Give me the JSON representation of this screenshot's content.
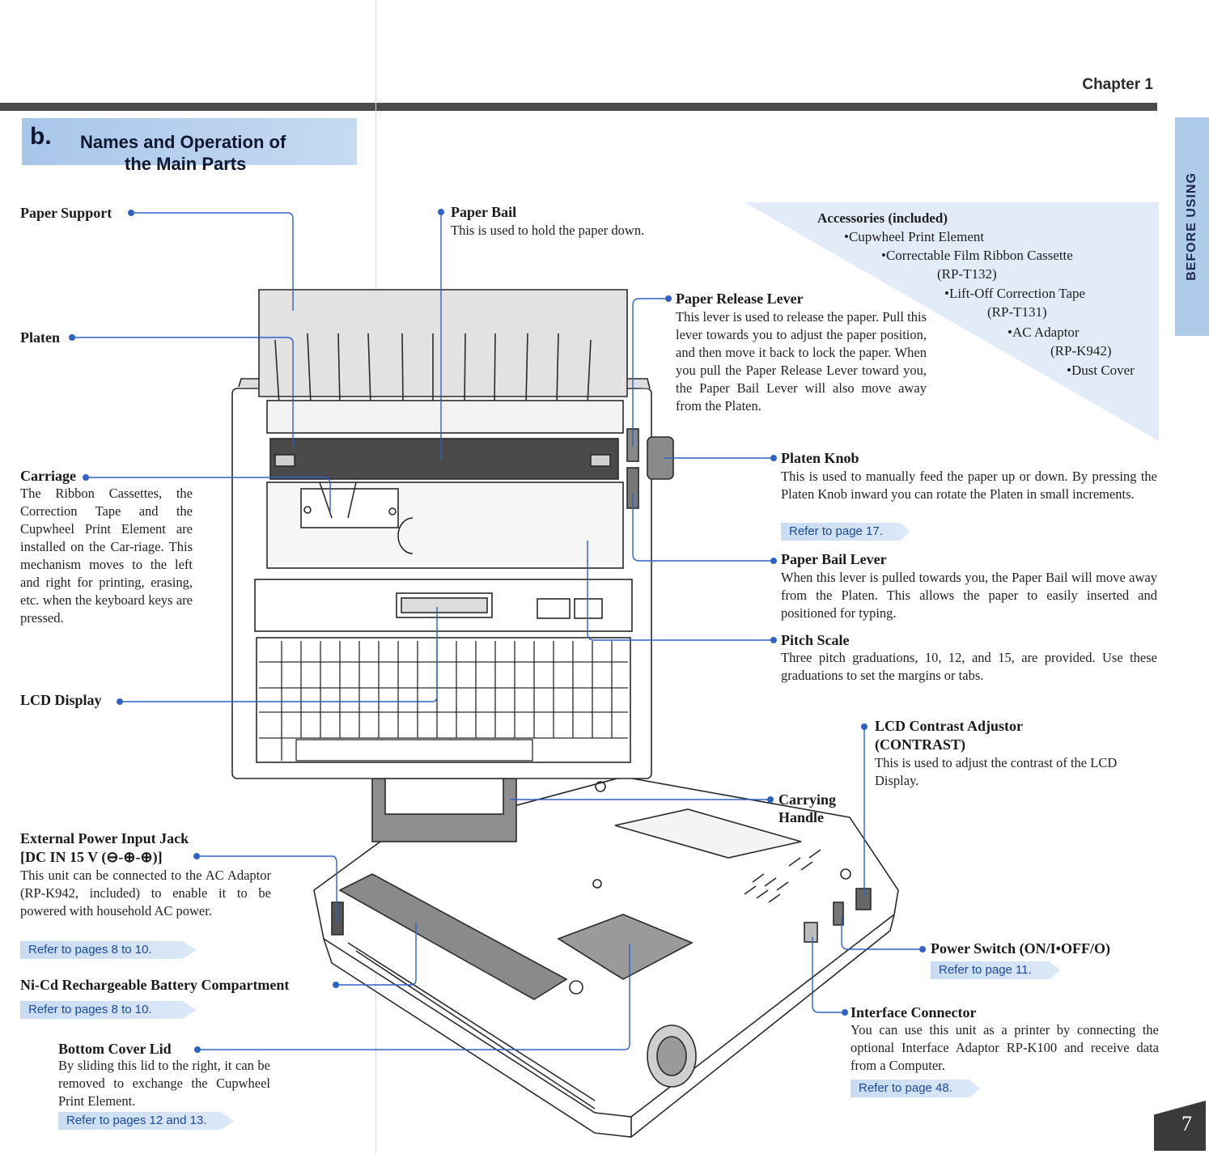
{
  "header": {
    "chapter": "Chapter 1"
  },
  "title": {
    "letter": "b.",
    "line1": "Names and Operation of",
    "line2": "the Main Parts"
  },
  "side_tab": "BEFORE USING",
  "labels": {
    "paper_support": "Paper Support",
    "platen": "Platen",
    "carriage": {
      "title": "Carriage",
      "text": "The Ribbon Cassettes, the Correction Tape and the Cupwheel Print Element are installed on the Car-riage. This mechanism moves to the left and right for printing, erasing, etc. when the keyboard keys are pressed."
    },
    "lcd_display": "LCD Display",
    "ext_power": {
      "line1": "External Power Input Jack",
      "line2": "[DC IN 15 V (⊖-⊕-⊕)]",
      "text": "This unit can be connected to the AC Adaptor (RP-K942, included) to enable it to be powered with household AC power.",
      "ref": "Refer to pages 8 to 10."
    },
    "battery": {
      "title": "Ni-Cd Rechargeable Battery Compartment",
      "ref": "Refer to pages 8 to 10."
    },
    "bottom_cover": {
      "title": "Bottom Cover Lid",
      "text": "By sliding this lid to the right, it can be removed to exchange the Cupwheel Print Element.",
      "ref": "Refer to pages 12 and 13."
    },
    "paper_bail": {
      "title": "Paper Bail",
      "text": "This is used to hold the paper down."
    },
    "paper_release": {
      "title": "Paper Release Lever",
      "text": "This lever is used to release the paper. Pull this lever towards you to adjust the paper position, and then move it back to lock the paper. When you pull the Paper Release Lever toward you, the Paper Bail Lever will also move away from the Platen."
    },
    "platen_knob": {
      "title": "Platen Knob",
      "text": "This is used to manually feed the paper up or down. By pressing the Platen Knob inward you can rotate the Platen in small increments.",
      "ref": "Refer to page 17."
    },
    "paper_bail_lever": {
      "title": "Paper Bail Lever",
      "text": "When this lever is pulled towards you, the Paper Bail will move away from the Platen. This allows the paper to easily inserted and positioned for typing."
    },
    "pitch_scale": {
      "title": "Pitch Scale",
      "text": "Three pitch graduations, 10, 12, and 15, are provided. Use these graduations to set the margins or tabs."
    },
    "lcd_contrast": {
      "line1": "LCD Contrast Adjustor",
      "line2": "(CONTRAST)",
      "text": "This is used to adjust the contrast of the LCD Display."
    },
    "carrying_handle": {
      "line1": "Carrying",
      "line2": "Handle"
    },
    "power_switch": {
      "title": "Power Switch (ON/I•OFF/O)",
      "ref": "Refer to page 11."
    },
    "interface": {
      "title": "Interface Connector",
      "text": "You can use this unit as a printer by connecting the optional Interface Adaptor RP-K100 and receive data from a Computer.",
      "ref": "Refer to page 48."
    }
  },
  "accessories": {
    "title": "Accessories (included)",
    "items": [
      "•Cupwheel Print Element",
      "•Correctable Film Ribbon Cassette",
      "(RP-T132)",
      "•Lift-Off Correction Tape",
      "(RP-T131)",
      "•AC Adaptor",
      "(RP-K942)",
      "•Dust Cover"
    ]
  },
  "page_number": "7",
  "colors": {
    "leader": "#2e62c4",
    "title_bg": "#b8d2ee",
    "header_bar": "#4c4c4c"
  }
}
